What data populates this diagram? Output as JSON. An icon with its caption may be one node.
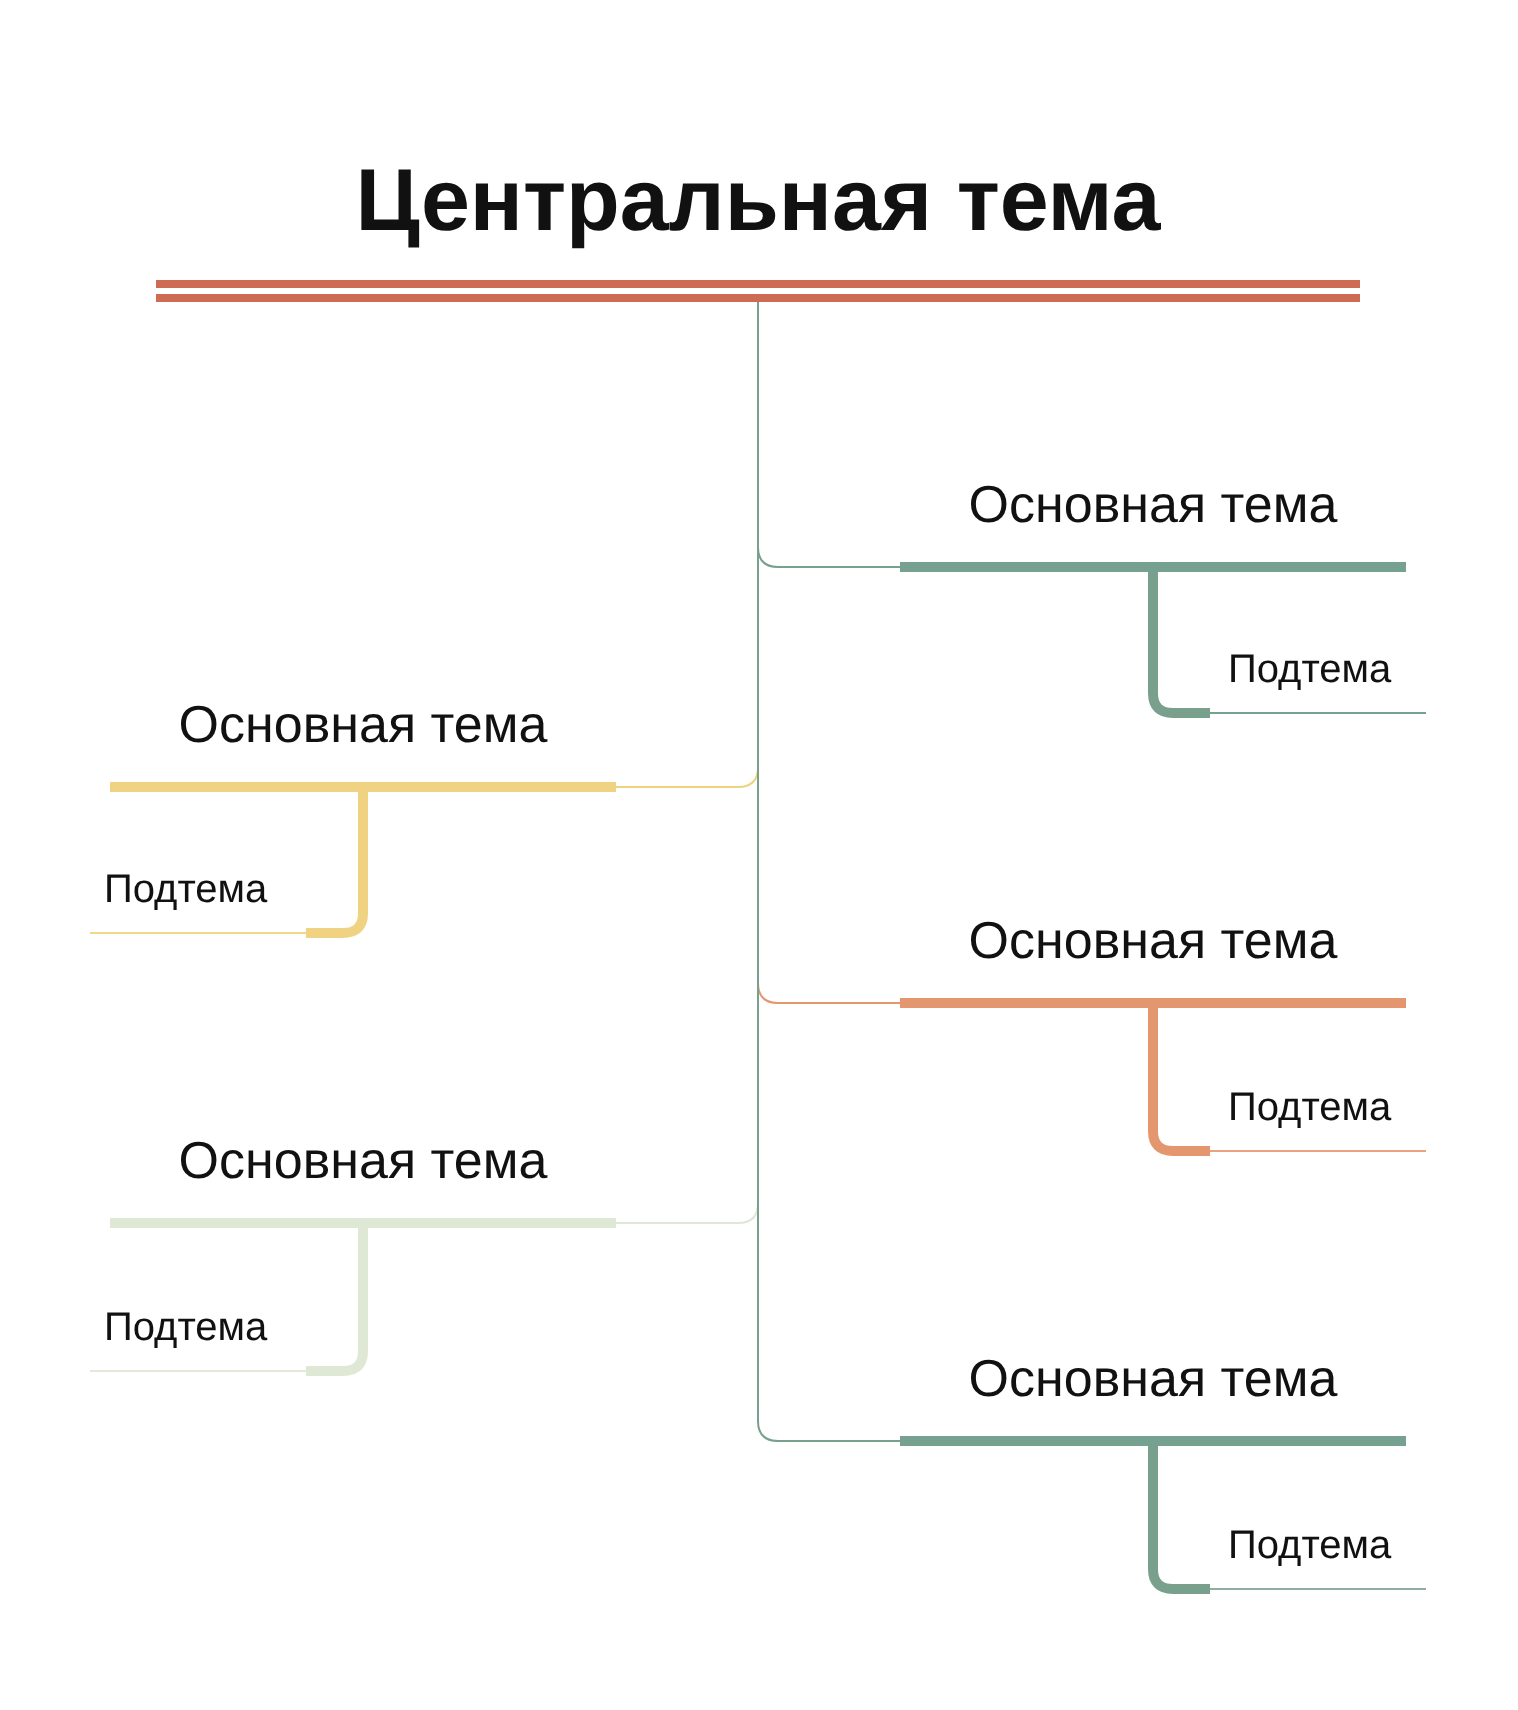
{
  "diagram": {
    "nodes": [
      {
        "text": [
          "Центральная тема"
        ]
      },
      {
        "text": [
          "Основная тема"
        ]
      },
      {
        "text": [
          "Подтема"
        ]
      },
      {
        "text": [
          "Основная тема"
        ]
      },
      {
        "text": [
          "Подтема"
        ]
      },
      {
        "text": [
          "Основная тема"
        ]
      },
      {
        "text": [
          "Подтема"
        ]
      },
      {
        "text": [
          "Основная тема"
        ]
      },
      {
        "text": [
          "Подтема"
        ]
      },
      {
        "text": [
          "Основная тема"
        ]
      },
      {
        "text": [
          "Подтема"
        ]
      }
    ],
    "edges": [
      {
        "from": 0,
        "to": 1,
        "arrow": "none"
      },
      {
        "from": 1,
        "to": 2,
        "arrow": "none",
        "style": "thick"
      },
      {
        "from": 0,
        "to": 3,
        "arrow": "none",
        "color": "#efd383"
      },
      {
        "from": 3,
        "to": 4,
        "arrow": "none",
        "style": "thick",
        "color": "#efd383"
      },
      {
        "from": 0,
        "to": 5,
        "arrow": "none",
        "color": "#e4966f"
      },
      {
        "from": 5,
        "to": 6,
        "arrow": "none",
        "style": "thick",
        "color": "#e4966f"
      },
      {
        "from": 0,
        "to": 7,
        "arrow": "none",
        "color": "#dfe7d5"
      },
      {
        "from": 7,
        "to": 8,
        "arrow": "none",
        "style": "thick",
        "color": "#dfe7d5"
      },
      {
        "from": 0,
        "to": 9,
        "arrow": "none"
      },
      {
        "from": 9,
        "to": 10,
        "arrow": "none",
        "style": "thick"
      }
    ]
  }
}
